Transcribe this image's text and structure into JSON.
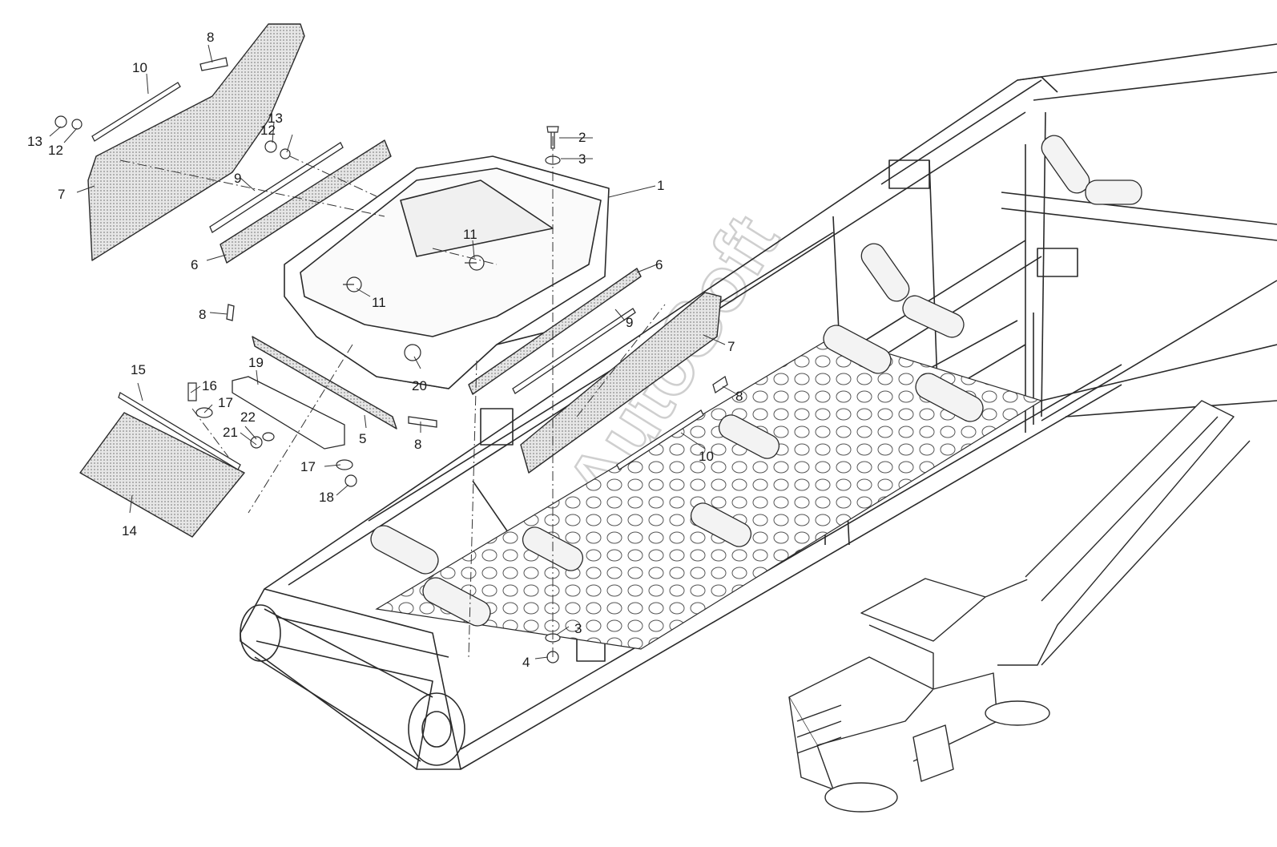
{
  "watermark": "AutoSoft",
  "callouts": [
    "1",
    "2",
    "3",
    "3",
    "4",
    "5",
    "6",
    "6",
    "7",
    "7",
    "8",
    "8",
    "8",
    "8",
    "9",
    "9",
    "10",
    "10",
    "11",
    "11",
    "12",
    "12",
    "13",
    "13",
    "14",
    "15",
    "16",
    "17",
    "17",
    "18",
    "19",
    "20",
    "21",
    "22"
  ],
  "colors": {
    "line": "#2a2a2a",
    "mesh": "#bdbdbd",
    "leader": "#333333"
  }
}
